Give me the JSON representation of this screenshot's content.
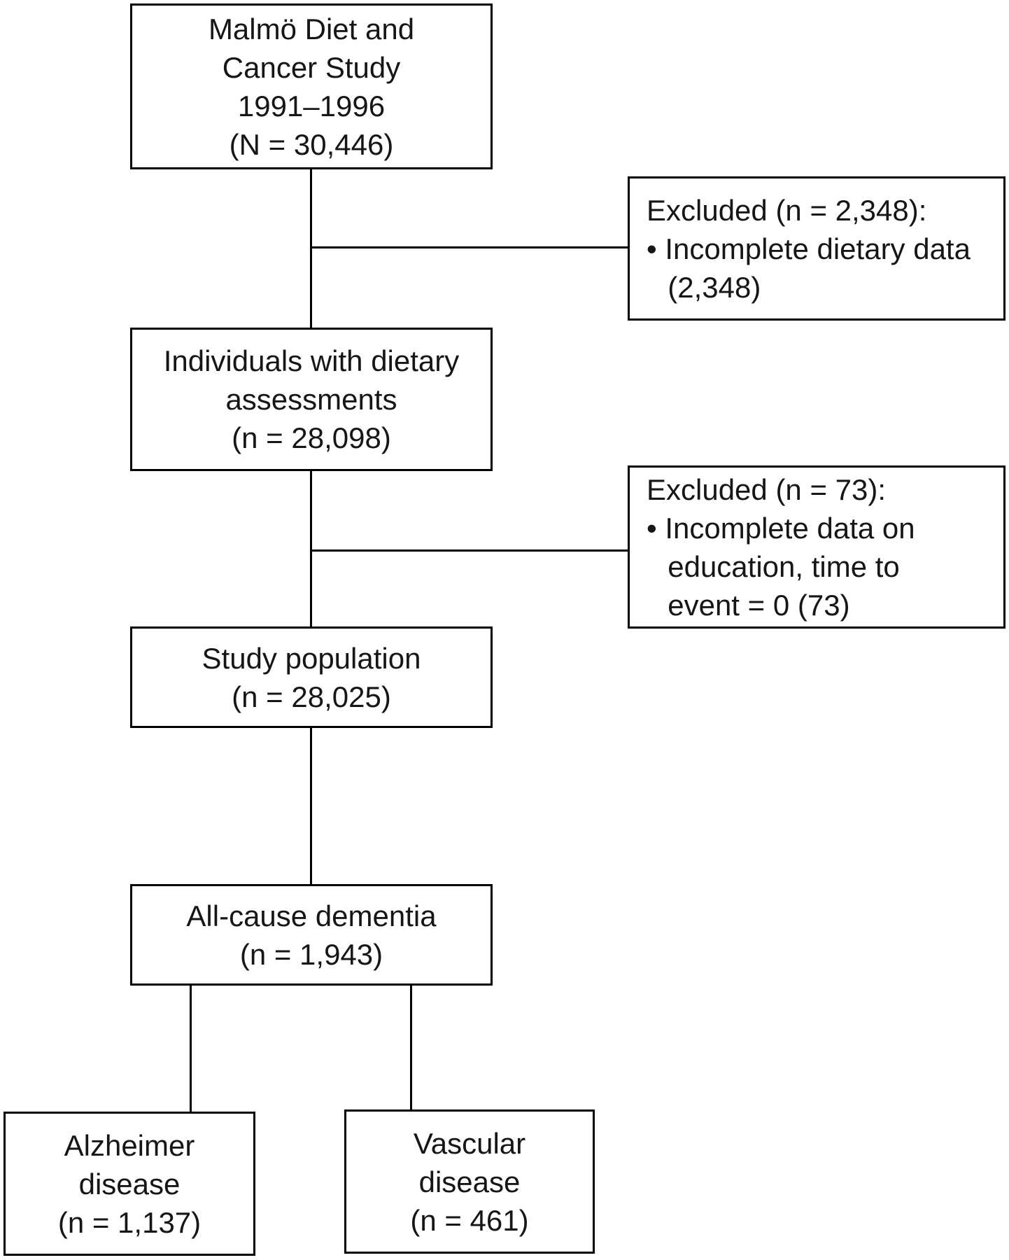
{
  "diagram": {
    "type": "flowchart",
    "colors": {
      "border": "#000000",
      "text": "#161616",
      "background": "#ffffff"
    },
    "nodes": {
      "mdcs": {
        "label": "Malmö Diet and\nCancer Study\n1991–1996\n(N = 30,446)"
      },
      "excluded_dietary": {
        "title": "Excluded (n = 2,348):",
        "bullet": "• Incomplete dietary data\n(2,348)"
      },
      "dietary": {
        "label": "Individuals with dietary\nassessments\n(n = 28,098)"
      },
      "excluded_education": {
        "title": "Excluded (n = 73):",
        "bullet": "• Incomplete data on\neducation, time to\nevent = 0 (73)"
      },
      "study_population": {
        "label": "Study population\n(n = 28,025)"
      },
      "dementia": {
        "label": "All-cause dementia\n(n = 1,943)"
      },
      "alzheimer": {
        "label": "Alzheimer\ndisease\n(n = 1,137)"
      },
      "vascular": {
        "label": "Vascular\ndisease\n(n = 461)"
      }
    },
    "edges": [
      {
        "from": "mdcs",
        "to": "dietary"
      },
      {
        "from": "mdcs-dietary",
        "to": "excluded_dietary"
      },
      {
        "from": "dietary",
        "to": "study_population"
      },
      {
        "from": "dietary-study_population",
        "to": "excluded_education"
      },
      {
        "from": "study_population",
        "to": "dementia"
      },
      {
        "from": "dementia",
        "to": "alzheimer"
      },
      {
        "from": "dementia",
        "to": "vascular"
      }
    ]
  }
}
